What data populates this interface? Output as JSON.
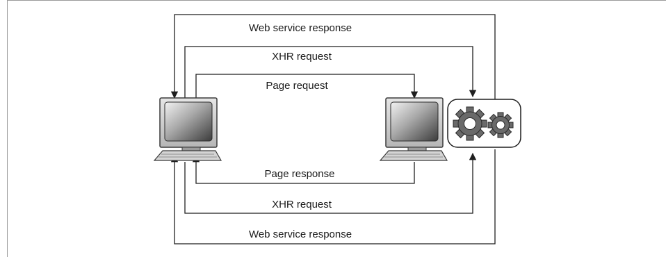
{
  "diagram": {
    "flows": {
      "web_service_response_top": "Web service response",
      "xhr_request_top": "XHR request",
      "page_request": "Page request",
      "page_response": "Page response",
      "xhr_request_bottom": "XHR request",
      "web_service_response_bottom": "Web service response"
    },
    "nodes": {
      "client": "client-computer-icon",
      "web_server": "server-computer-icon",
      "web_service": "gears-icon"
    },
    "colors": {
      "line": "#1f1f1f",
      "frame": "#9a9a9a",
      "monitor_shell": "#c9c9c9"
    }
  }
}
